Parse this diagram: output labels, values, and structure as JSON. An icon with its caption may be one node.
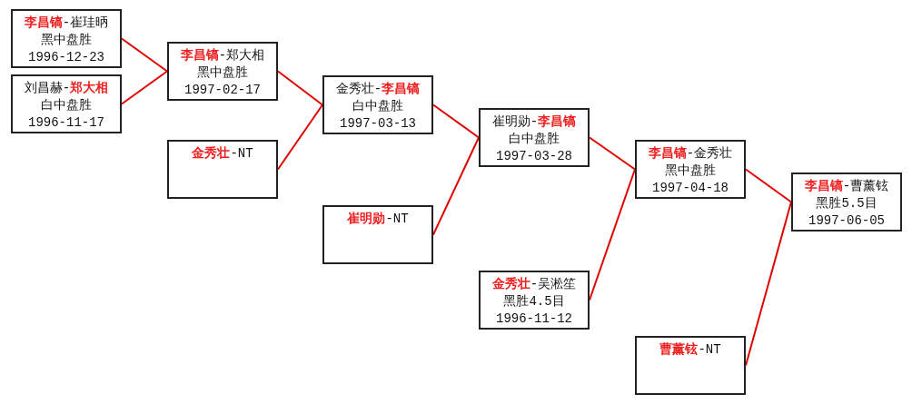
{
  "diagram": {
    "nodes": [
      {
        "text": [
          "**李昌镐**-崔珪昞",
          "黑中盘胜",
          "1996-12-23"
        ]
      },
      {
        "text": [
          "刘昌赫-**郑大相**",
          "白中盘胜",
          "1996-11-17"
        ]
      },
      {
        "text": [
          "**李昌镐**-郑大相",
          "黑中盘胜",
          "1997-02-17"
        ]
      },
      {
        "text": [
          "**金秀壮**-NT"
        ]
      },
      {
        "text": [
          "金秀壮-**李昌镐**",
          "白中盘胜",
          "1997-03-13"
        ]
      },
      {
        "text": [
          "**崔明勋**-NT"
        ]
      },
      {
        "text": [
          "崔明勋-**李昌镐**",
          "白中盘胜",
          "1997-03-28"
        ]
      },
      {
        "text": [
          "**金秀壮**-吴淞笙",
          "黑胜4.5目",
          "1996-11-12"
        ]
      },
      {
        "text": [
          "**李昌镐**-金秀壮",
          "黑中盘胜",
          "1997-04-18"
        ]
      },
      {
        "text": [
          "**曹薰铉**-NT"
        ]
      },
      {
        "text": [
          "**李昌镐**-曹薰铉",
          "黑胜5.5目",
          "1997-06-05"
        ]
      }
    ],
    "edges": [
      {
        "from": 0,
        "to": 2,
        "arrow": "none"
      },
      {
        "from": 1,
        "to": 2,
        "arrow": "none"
      },
      {
        "from": 2,
        "to": 4,
        "arrow": "none"
      },
      {
        "from": 3,
        "to": 4,
        "arrow": "none"
      },
      {
        "from": 4,
        "to": 6,
        "arrow": "none"
      },
      {
        "from": 5,
        "to": 6,
        "arrow": "none"
      },
      {
        "from": 6,
        "to": 8,
        "arrow": "none"
      },
      {
        "from": 7,
        "to": 8,
        "arrow": "none"
      },
      {
        "from": 8,
        "to": 10,
        "arrow": "none"
      },
      {
        "from": 9,
        "to": 10,
        "arrow": "none"
      }
    ]
  }
}
